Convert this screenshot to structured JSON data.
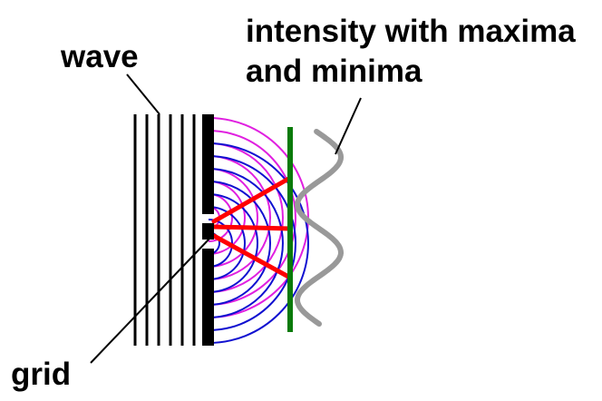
{
  "labels": {
    "wave": "wave",
    "intensity_line1": "intensity with maxima",
    "intensity_line2": "and minima",
    "grid": "grid"
  },
  "colors": {
    "background": "#ffffff",
    "wavefronts": "#000000",
    "barrier": "#000000",
    "wave_blue": "#1010d0",
    "wave_magenta": "#e020e0",
    "rays": "#ff0000",
    "screen": "#0a7a0a",
    "intensity_curve": "#999999",
    "pointer_lines": "#000000"
  }
}
